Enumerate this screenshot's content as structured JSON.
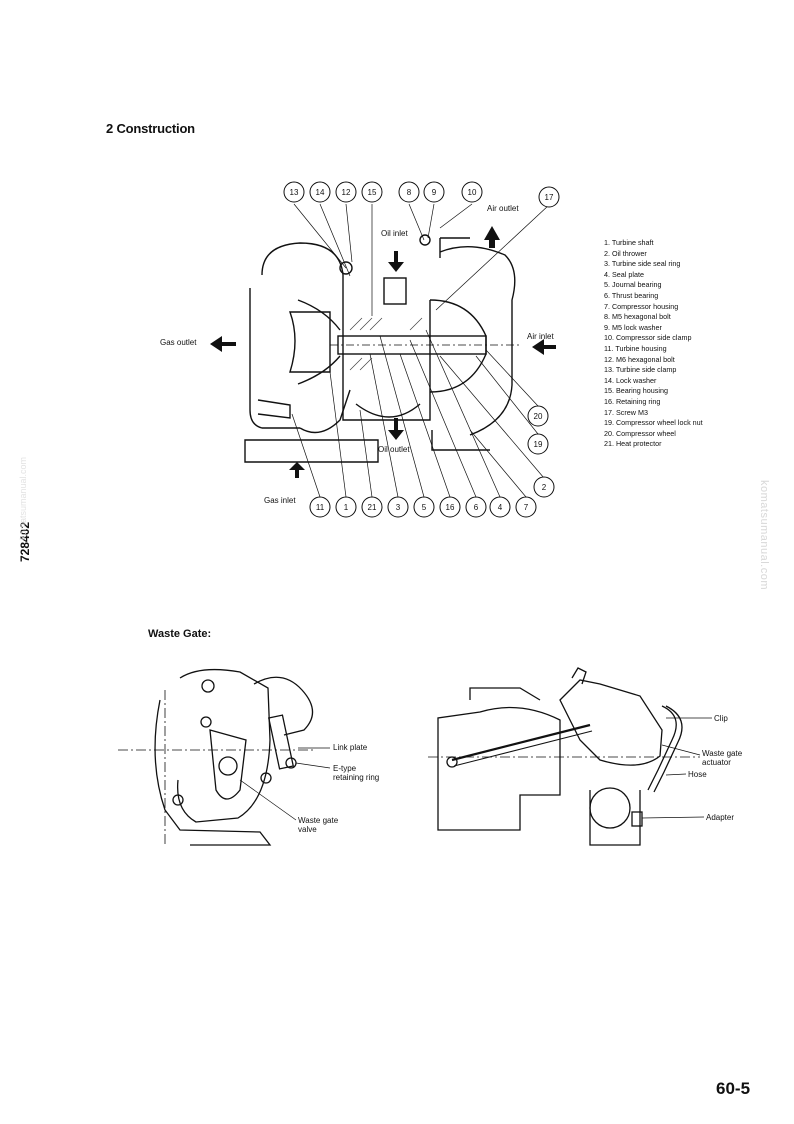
{
  "header": {
    "section_title": "2 Construction"
  },
  "side_code": "728402",
  "watermark": "komatsumanual.com",
  "construction": {
    "callouts": {
      "top": [
        "13",
        "14",
        "12",
        "15",
        "8",
        "9",
        "10",
        "17"
      ],
      "bottom": [
        "11",
        "1",
        "21",
        "3",
        "5",
        "16",
        "6",
        "4",
        "7"
      ],
      "right": [
        "20",
        "19",
        "2"
      ]
    },
    "labels": {
      "oil_inlet": "Oil inlet",
      "air_outlet": "Air outlet",
      "gas_outlet": "Gas outlet",
      "air_inlet": "Air inlet",
      "oil_outlet": "Oil outlet",
      "gas_inlet": "Gas inlet"
    },
    "parts": [
      "1. Turbine shaft",
      "2. Oil thrower",
      "3. Turbine side seal ring",
      "4. Seal plate",
      "5. Journal bearing",
      "6. Thrust bearing",
      "7. Compressor housing",
      "8. M5 hexagonal bolt",
      "9. M5 lock washer",
      "10. Compressor side clamp",
      "11. Turbine housing",
      "12. M6 hexagonal bolt",
      "13. Turbine side clamp",
      "14. Lock washer",
      "15. Bearing housing",
      "16. Retaining ring",
      "17. Screw M3",
      "19. Compressor wheel lock nut",
      "20. Compressor wheel",
      "21. Heat protector"
    ]
  },
  "waste_gate": {
    "title": "Waste Gate:",
    "left_labels": {
      "link_plate": "Link plate",
      "e_type_1": "E-type",
      "e_type_2": "retaining ring",
      "valve_1": "Waste gate",
      "valve_2": "valve"
    },
    "right_labels": {
      "clip": "Clip",
      "actuator_1": "Waste gate",
      "actuator_2": "actuator",
      "hose": "Hose",
      "adapter": "Adapter"
    }
  },
  "footer": {
    "page_number": "60-5"
  }
}
